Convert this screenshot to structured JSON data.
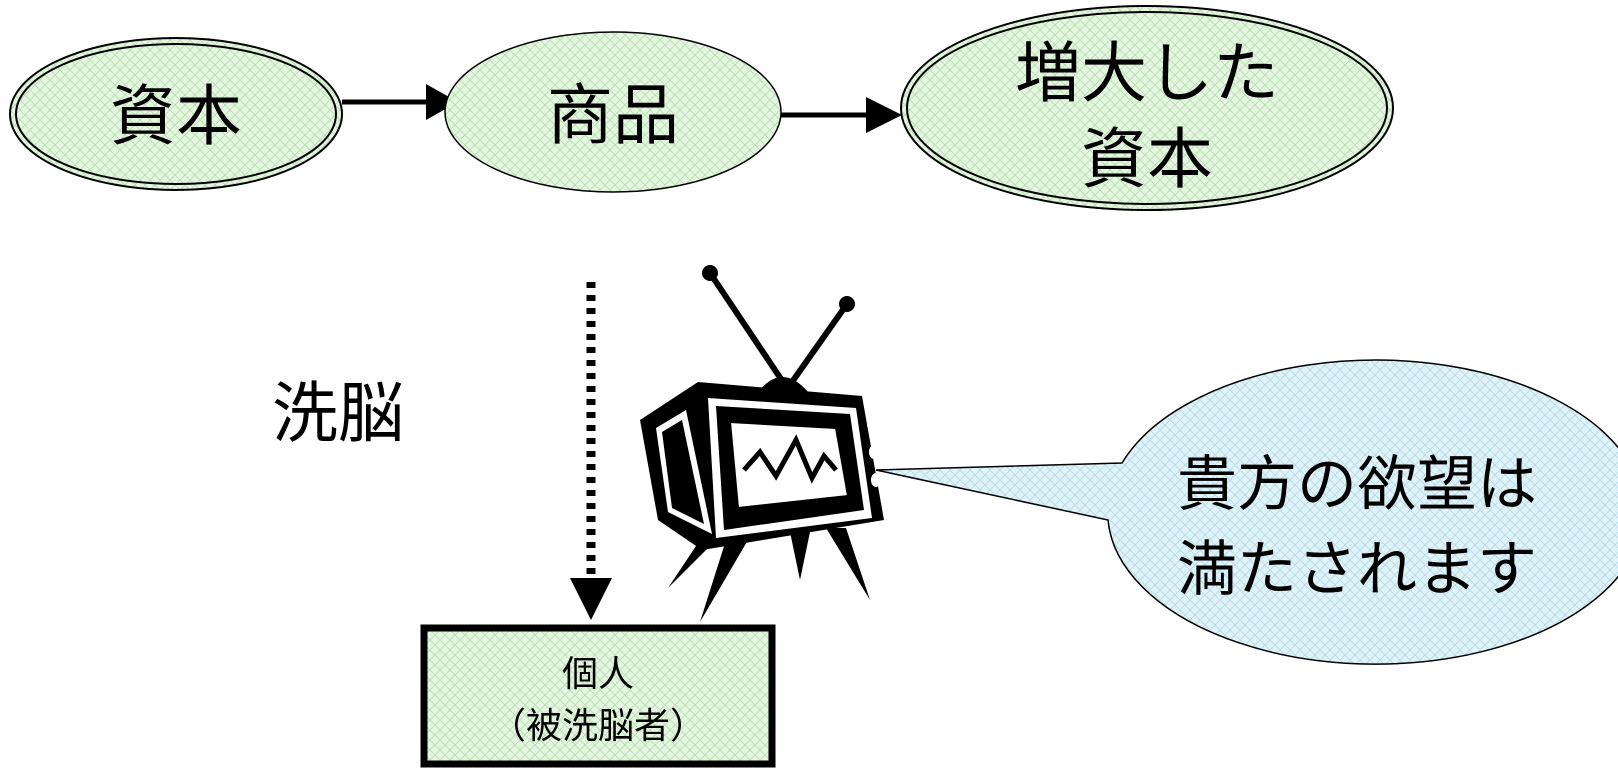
{
  "flow": {
    "node_capital": "資本",
    "node_commodity": "商品",
    "node_increased_line1": "増大した",
    "node_increased_line2": "資本"
  },
  "brainwash_label": "洗脳",
  "individual": {
    "line1": "個人",
    "line2": "（被洗脳者）"
  },
  "speech": {
    "line1": "貴方の欲望は",
    "line2": "満たされます"
  },
  "colors": {
    "node_fill": "#e2f5dd",
    "bubble_fill": "#ddf1f7",
    "stroke": "#000000"
  },
  "icons": {
    "tv": "television-icon"
  }
}
